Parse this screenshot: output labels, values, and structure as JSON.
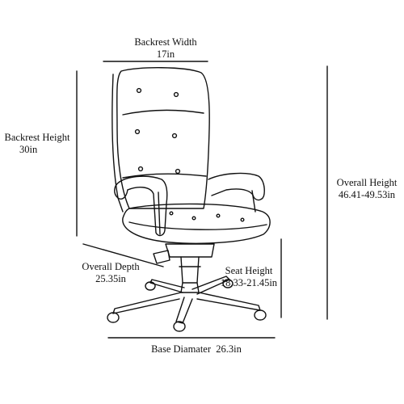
{
  "dimensions": {
    "backrest_width": {
      "label": "Backrest Width",
      "value": "17in"
    },
    "backrest_height": {
      "label": "Backrest Height",
      "value": "30in"
    },
    "overall_height": {
      "label": "Overall Height",
      "value": "46.41-49.53in"
    },
    "overall_depth": {
      "label": "Overall Depth",
      "value": "25.35in"
    },
    "seat_height": {
      "label": "Seat Height",
      "value": "18.33-21.45in"
    },
    "base_diameter": {
      "label": "Base Diamater",
      "value": "26.3in"
    }
  },
  "colors": {
    "line": "#111111",
    "background": "#ffffff"
  }
}
